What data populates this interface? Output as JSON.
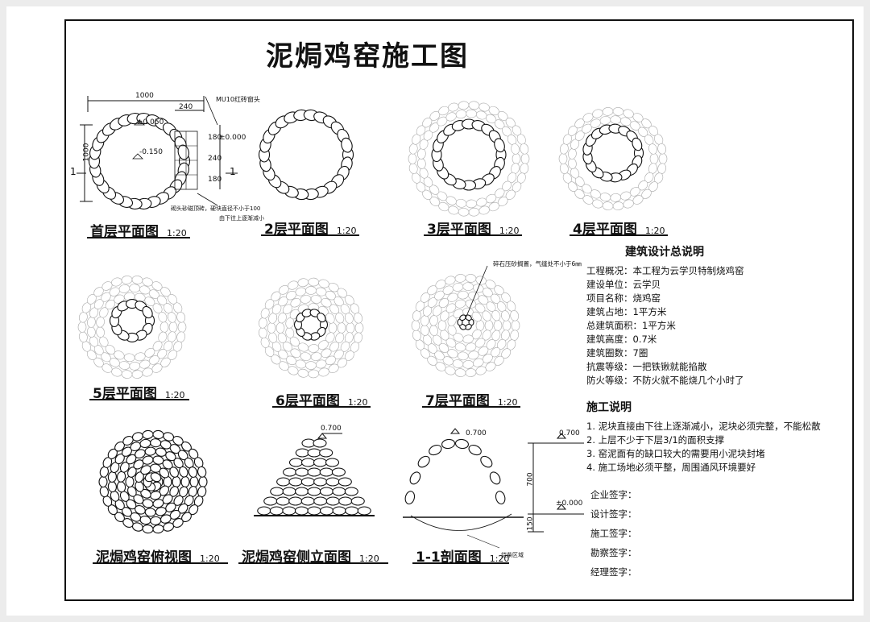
{
  "title": "泥焗鸡窑施工图",
  "scale": "1:20",
  "views": {
    "floor1": "首层平面图",
    "floor2": "2层平面图",
    "floor3": "3层平面图",
    "floor4": "4层平面图",
    "floor5": "5层平面图",
    "floor6": "6层平面图",
    "floor7": "7层平面图",
    "top": "泥焗鸡窑俯视图",
    "side": "泥焗鸡窑侧立面图",
    "section": "1-1剖面图"
  },
  "dims": {
    "w1000": "1000",
    "w240": "240",
    "h1000": "1000",
    "h180a": "180",
    "h240": "240",
    "h180b": "180",
    "lvl_0050": "±0.050",
    "lvl_m0150": "-0.150",
    "lvl_0000": "±0.000",
    "lvl_0700": "0.700",
    "h700": "700",
    "h150": "150",
    "sec_mark": "1",
    "mu10": "MU10红砖窗头",
    "base_note1": "砌头砂磁顶砖，硬块直径不小于100",
    "base_note2": "由下往上逐渐减小",
    "top_note": "碎石压砂搁置，气缝处不小于6㎜",
    "fire_note": "烧柴区域"
  },
  "design": {
    "heading": "建筑设计总说明",
    "items": [
      "工程概况：本工程为云学贝特制烧鸡窑",
      "建设单位：云学贝",
      "项目名称：烧鸡窑",
      "建筑占地：1平方米",
      "总建筑面积：1平方米",
      "建筑高度：0.7米",
      "建筑圈数：7圈",
      "抗震等级：一把铁锹就能掐散",
      "防火等级：不防火就不能烧几个小时了"
    ]
  },
  "construction": {
    "heading": "施工说明",
    "items": [
      "1. 泥块直接由下往上逐渐减小，泥块必须完整，不能松散",
      "2. 上层不少于下层3/1的面积支撑",
      "3. 窑泥面有的缺口较大的需要用小泥块封堵",
      "4. 施工场地必须平整，周围通风环境要好"
    ]
  },
  "signatures": [
    "企业签字：",
    "设计签字：",
    "施工签字：",
    "勘察签字：",
    "经理签字："
  ]
}
